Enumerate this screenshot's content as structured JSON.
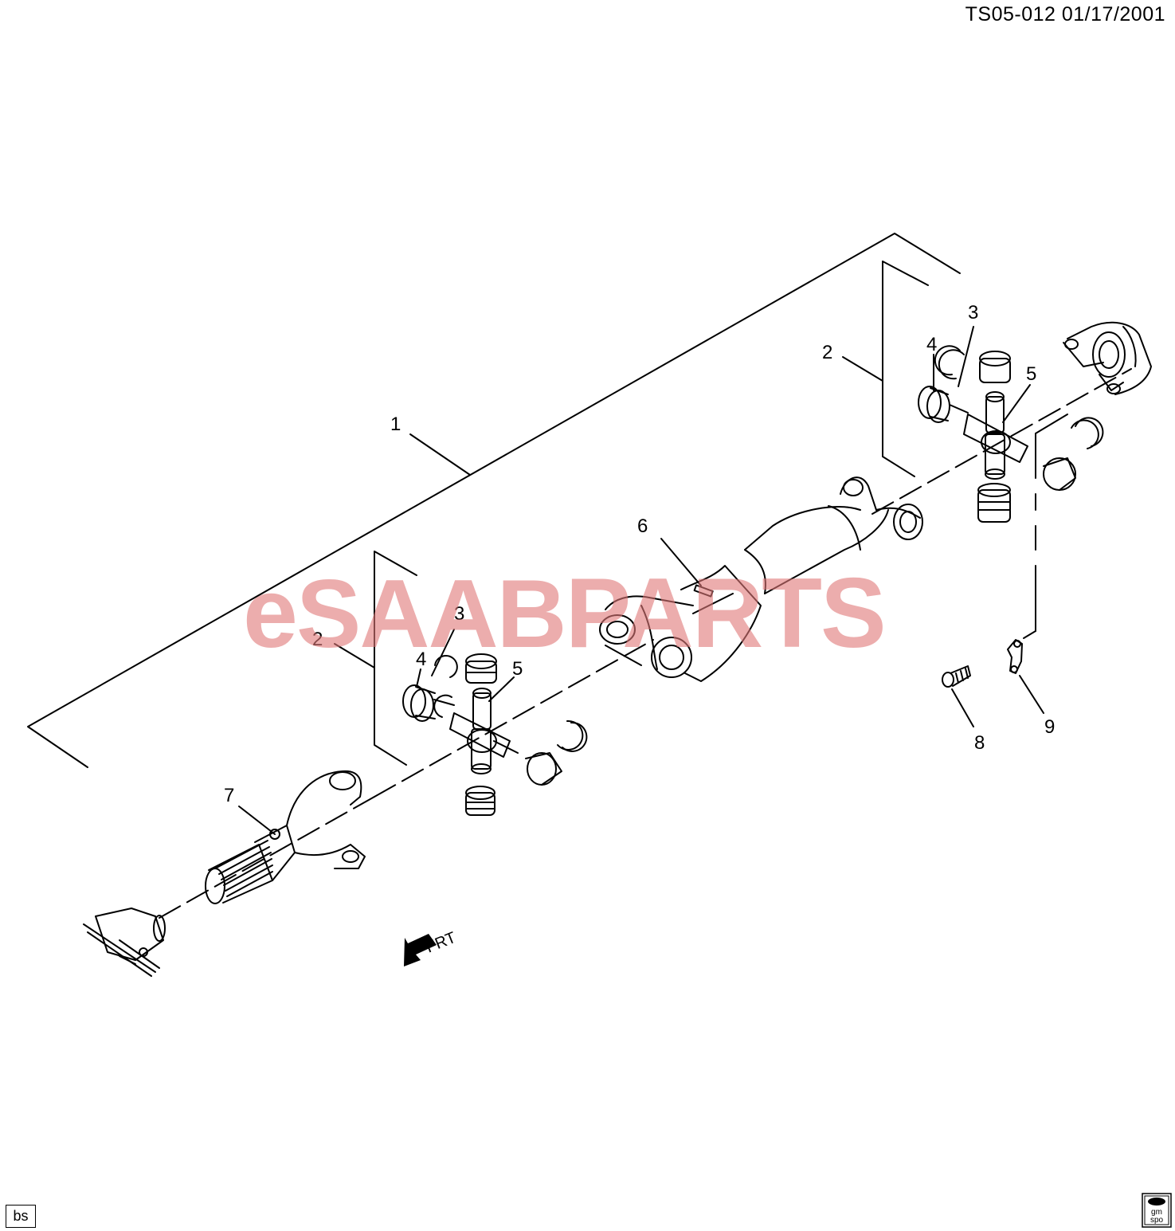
{
  "header": {
    "code": "TS05-012  01/17/2001"
  },
  "watermark": {
    "prefix": "e",
    "middle": "SAAB",
    "suffix": "PARTS",
    "color": "#e07878"
  },
  "direction": {
    "label": "FRT"
  },
  "footer": {
    "left_label": "bs",
    "logo_top": "gm",
    "logo_bottom": "spo"
  },
  "callouts": {
    "c1": "1",
    "c2a": "2",
    "c2b": "2",
    "c3a": "3",
    "c3b": "3",
    "c4a": "4",
    "c4b": "4",
    "c5a": "5",
    "c5b": "5",
    "c6": "6",
    "c7": "7",
    "c8": "8",
    "c9": "9"
  }
}
